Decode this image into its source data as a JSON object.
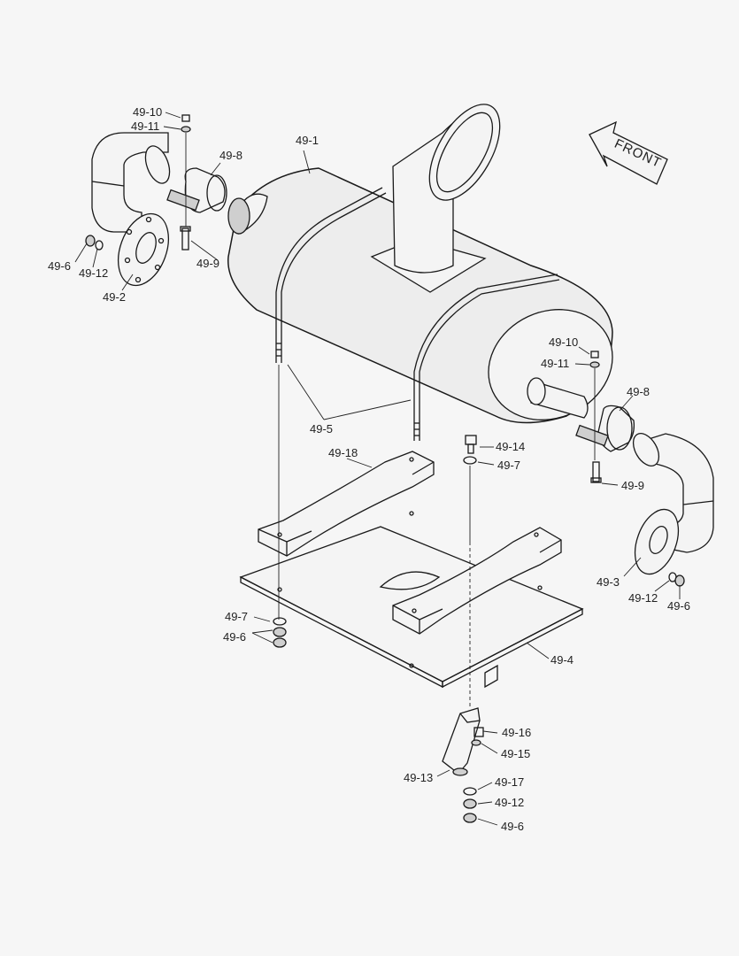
{
  "front_label": "FRONT",
  "colors": {
    "background": "#f6f6f6",
    "line": "#1a1a1a",
    "fill": "#ededed"
  },
  "labels": [
    {
      "id": "l1",
      "text": "49-10"
    },
    {
      "id": "l2",
      "text": "49-11"
    },
    {
      "id": "l3",
      "text": "49-8"
    },
    {
      "id": "l4",
      "text": "49-1"
    },
    {
      "id": "l5",
      "text": "49-9"
    },
    {
      "id": "l6",
      "text": "49-6"
    },
    {
      "id": "l7",
      "text": "49-12"
    },
    {
      "id": "l8",
      "text": "49-2"
    },
    {
      "id": "l9",
      "text": "49-10"
    },
    {
      "id": "l10",
      "text": "49-11"
    },
    {
      "id": "l11",
      "text": "49-8"
    },
    {
      "id": "l12",
      "text": "49-5"
    },
    {
      "id": "l13",
      "text": "49-14"
    },
    {
      "id": "l14",
      "text": "49-7"
    },
    {
      "id": "l15",
      "text": "49-18"
    },
    {
      "id": "l16",
      "text": "49-9"
    },
    {
      "id": "l17",
      "text": "49-3"
    },
    {
      "id": "l18",
      "text": "49-12"
    },
    {
      "id": "l19",
      "text": "49-6"
    },
    {
      "id": "l20",
      "text": "49-7"
    },
    {
      "id": "l21",
      "text": "49-6"
    },
    {
      "id": "l22",
      "text": "49-4"
    },
    {
      "id": "l23",
      "text": "49-16"
    },
    {
      "id": "l24",
      "text": "49-15"
    },
    {
      "id": "l25",
      "text": "49-13"
    },
    {
      "id": "l26",
      "text": "49-17"
    },
    {
      "id": "l27",
      "text": "49-12"
    },
    {
      "id": "l28",
      "text": "49-6"
    }
  ]
}
